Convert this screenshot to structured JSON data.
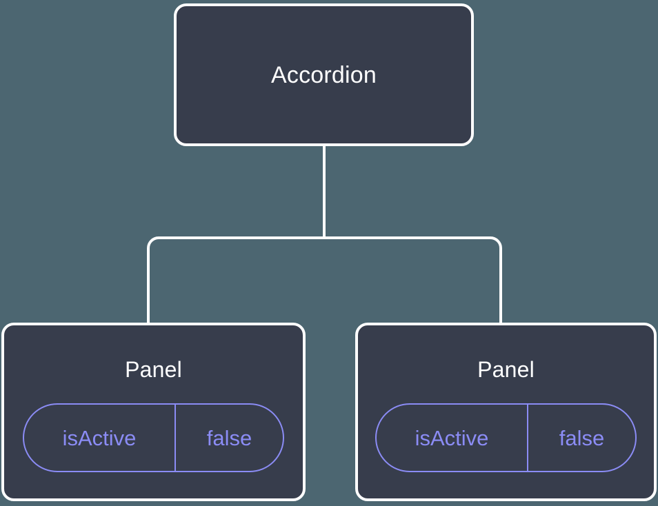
{
  "diagram": {
    "type": "component-tree",
    "background_color": "#4c6671",
    "node_fill_color": "#373d4c",
    "node_border_color": "#ffffff",
    "edge_color": "#ffffff",
    "accent_color": "#8b8cf5",
    "title_color": "#ffffff",
    "root": {
      "label": "Accordion"
    },
    "children": [
      {
        "label": "Panel",
        "state": {
          "key": "isActive",
          "value": "false"
        }
      },
      {
        "label": "Panel",
        "state": {
          "key": "isActive",
          "value": "false"
        }
      }
    ]
  }
}
